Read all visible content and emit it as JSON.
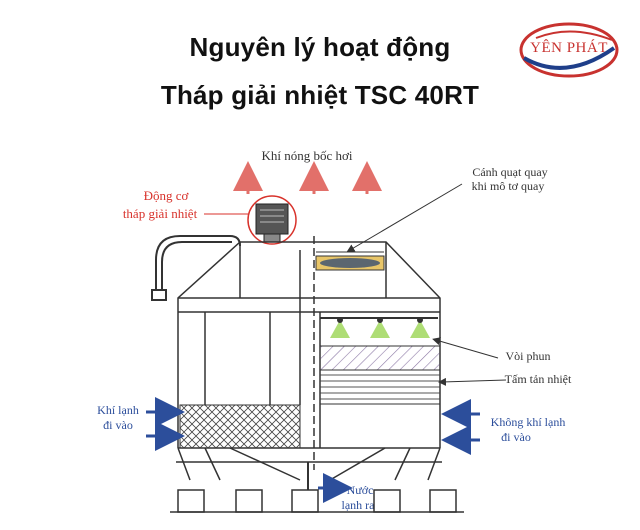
{
  "title": {
    "line1": "Nguyên lý hoạt động",
    "line2": "Tháp giải nhiệt TSC 40RT"
  },
  "logo": {
    "text": "YÊN PHÁT",
    "color": "#c8322f",
    "accent": "#1f3f8a"
  },
  "labels": {
    "hot_air": "Khí nóng bốc hơi",
    "motor_line1": "Động cơ",
    "motor_line2": "tháp giải nhiệt",
    "fan_line1": "Cánh quạt quay",
    "fan_line2": "khi mô tơ quay",
    "nozzle": "Vòi phun",
    "fill": "Tấm tản nhiệt",
    "cold_air_left_line1": "Khí lạnh",
    "cold_air_left_line2": "đi vào",
    "cold_air_right_line1": "Không khí lạnh",
    "cold_air_right_line2": "đi vào",
    "water_out_line1": "Nước",
    "water_out_line2": "lạnh ra"
  },
  "colors": {
    "red_arrow": "#e2706a",
    "blue_arrow": "#2c4e9b",
    "motor_label": "#d8322b",
    "label_text": "#333333",
    "spray": "#8ccf3a"
  }
}
